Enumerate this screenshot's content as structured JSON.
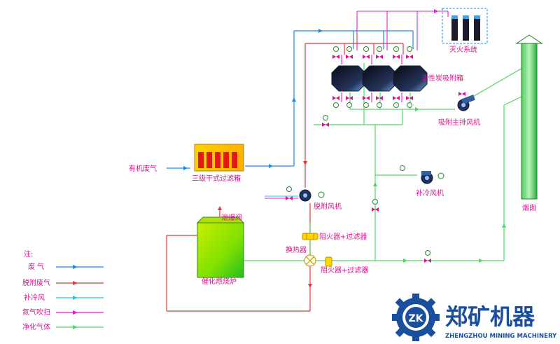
{
  "labels": {
    "organic_gas": "有机废气",
    "filter_box": "三级干式过滤箱",
    "carbon_box": "活性炭吸附箱",
    "fire_system": "灭火系统",
    "main_fan": "吸附主排风机",
    "desorb_fan": "脱附风机",
    "supp_fan": "补冷风机",
    "chimney": "烟囱",
    "explosion_valve": "泄爆阀",
    "flame_filter_1": "阻火器+过滤器",
    "heat_exchanger": "换热器",
    "flame_filter_2": "阻火器+过滤器",
    "furnace": "催化燃烧炉"
  },
  "legend": {
    "title": "注:",
    "items": [
      {
        "label": "废 气",
        "color": "#1e88e5"
      },
      {
        "label": "脱附废气",
        "color": "#e53935"
      },
      {
        "label": "补冷风",
        "color": "#26c6da"
      },
      {
        "label": "氮气吹扫",
        "color": "#e91ec8"
      },
      {
        "label": "净化气体",
        "color": "#4cd964"
      }
    ]
  },
  "logo": {
    "mark": "ZK",
    "name_cn": "郑矿机器",
    "name_en": "ZHENGZHOU MINING MACHINERY"
  },
  "colors": {
    "waste_gas": "#1e88e5",
    "desorb_gas": "#e53935",
    "cool_air": "#26c6da",
    "nitrogen": "#e91ec8",
    "clean_gas": "#4cd964",
    "valve": "#d4168c"
  }
}
